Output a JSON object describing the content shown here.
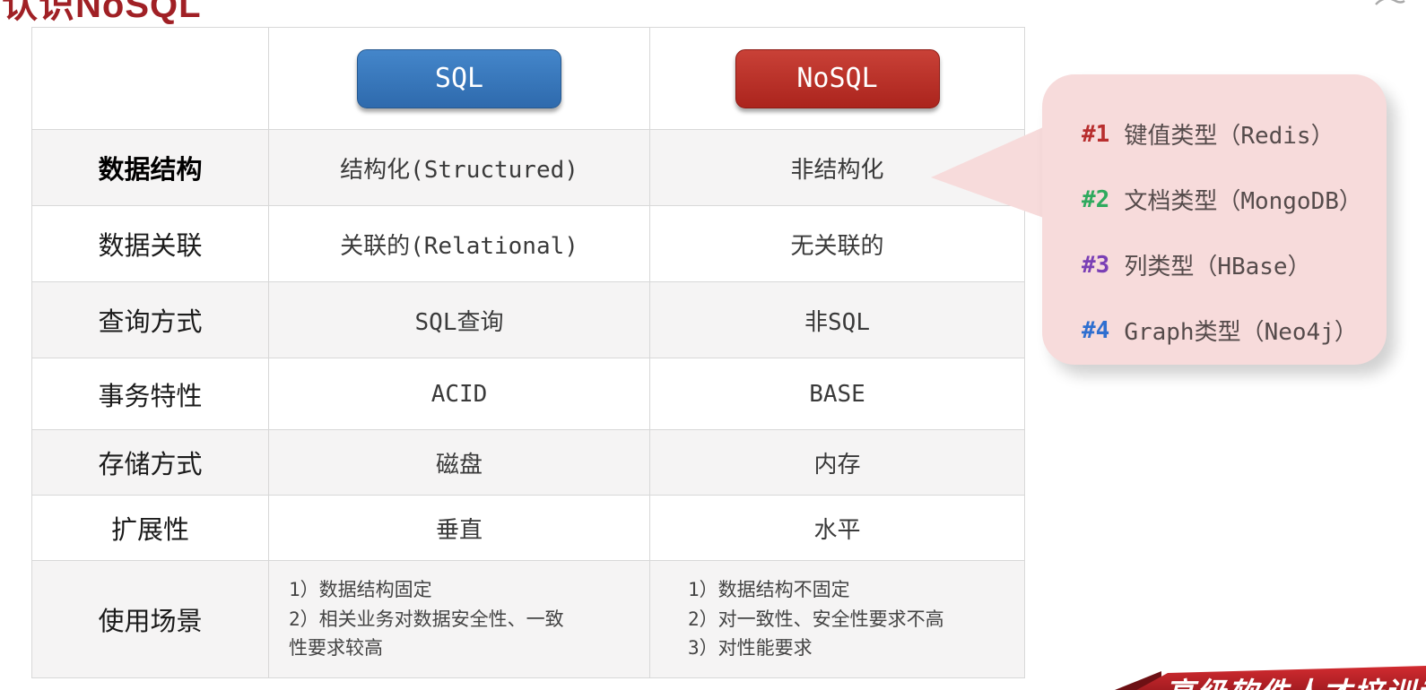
{
  "slide": {
    "title": "认识NoSQL",
    "brand_ribbon_text": "高级软件人才培训专家",
    "colors": {
      "title_red": "#a02025",
      "sql_badge_blue": "#3372b5",
      "nosql_badge_red": "#bb2f26",
      "bubble_pink": "#f7dbdb",
      "ribbon_red": "#c0232a",
      "row_stripe": "#f5f4f4",
      "table_border": "#d8d8d8"
    }
  },
  "table": {
    "columns": [
      {
        "key": "sql",
        "label": "SQL"
      },
      {
        "key": "nosql",
        "label": "NoSQL"
      }
    ],
    "rows": [
      {
        "label": "数据结构",
        "bold": true,
        "sql": "结构化(Structured)",
        "nosql": "非结构化"
      },
      {
        "label": "数据关联",
        "sql": "关联的(Relational)",
        "nosql": "无关联的"
      },
      {
        "label": "查询方式",
        "sql": "SQL查询",
        "nosql": "非SQL"
      },
      {
        "label": "事务特性",
        "sql": "ACID",
        "nosql": "BASE"
      },
      {
        "label": "存储方式",
        "sql": "磁盘",
        "nosql": "内存"
      },
      {
        "label": "扩展性",
        "sql": "垂直",
        "nosql": "水平"
      },
      {
        "label": "使用场景",
        "sql_lines": [
          "1）数据结构固定",
          "2）相关业务对数据安全性、一致性要求较高"
        ],
        "nosql_lines": [
          "1）数据结构不固定",
          "2）对一致性、安全性要求不高",
          "3）对性能要求"
        ]
      }
    ]
  },
  "callout": {
    "items": [
      {
        "num": "#1",
        "color": "#b82e2e",
        "text": "键值类型（Redis）"
      },
      {
        "num": "#2",
        "color": "#2faa5e",
        "text": "文档类型（MongoDB）"
      },
      {
        "num": "#3",
        "color": "#7a3fb5",
        "text": "列类型（HBase）"
      },
      {
        "num": "#4",
        "color": "#2f6fd0",
        "text": "Graph类型（Neo4j）"
      }
    ]
  }
}
